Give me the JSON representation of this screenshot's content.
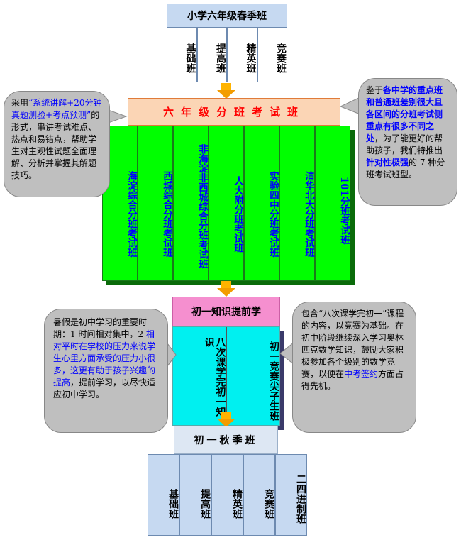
{
  "top": {
    "title": "小学六年级春季班",
    "classes": [
      "基础班",
      "提高班",
      "精英班",
      "竞赛班"
    ]
  },
  "banner": "六年级分班考试班",
  "exam_classes": [
    "海淀综合分班考试班",
    "西城综合分班考试班",
    "非海淀非西城综合分班考试班",
    "人大附分班考试班",
    "实验四中分班考试班",
    "清华北大分班考试班",
    "101分班考试班"
  ],
  "bubble_left_top": {
    "p1": "采用",
    "blue": "“系统讲解+20分钟真题测验+考点预测”",
    "p2": "的形式，串讲考试难点、热点和易错点，帮助学生对主观性试题全面理解、分析并掌握其解题技巧。"
  },
  "bubble_right_top": {
    "p1": "鉴于",
    "blue1": "各中学的重点班和普通班差别很大且各区间的分班考试侧重点有很多不同之处",
    "p2": "，为了能更好的帮助孩子，我们特推出",
    "blue2": "针对性极强",
    "p3": "的 7 种分班考试班型。"
  },
  "pre_learning": {
    "title": "初一知识提前学",
    "columns": [
      "八次课学完初一知识",
      "初一竞赛尖子生班"
    ]
  },
  "bubble_left_bottom": {
    "p1": "暑假是初中学习的重要时期：1 时间相对集中，2 ",
    "blue": "相对平时在学校的压力来说学生心里方面承受的压力小很多，这更有助于孩子兴趣的提高",
    "p2": "，提前学习，以尽快适应初中学习。"
  },
  "bubble_right_bottom": {
    "p1": "包含“八次课学完初一”课程的内容，以竞赛为基础。在初中阶段继续深入学习奥林匹克数学知识，鼓励大家积极参加各个级别的数学竞赛，以便在",
    "blue": "中考签约",
    "p2": "方面占得先机。"
  },
  "autumn": {
    "title": "初一秋季班",
    "classes": [
      "基础班",
      "提高班",
      "精英班",
      "竞赛班",
      "二四进制班"
    ]
  },
  "colors": {
    "green": "#00ff00",
    "orange_banner": "#fbd5b5",
    "pink": "#f58fcf",
    "cyan": "#00f0f0",
    "light_blue": "#c6d9f1",
    "bubble_gray": "#bfbfbf",
    "arrow": "#ffb300"
  }
}
